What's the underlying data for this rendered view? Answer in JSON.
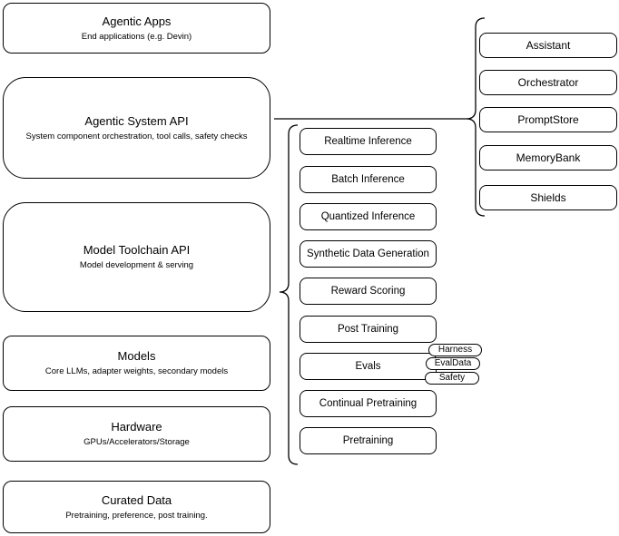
{
  "diagram": {
    "left_column": [
      {
        "title": "Agentic Apps",
        "subtitle": "End applications (e.g. Devin)"
      },
      {
        "title": "Agentic System API",
        "subtitle": "System component orchestration, tool calls, safety checks"
      },
      {
        "title": "Model Toolchain API",
        "subtitle": "Model development & serving"
      },
      {
        "title": "Models",
        "subtitle": "Core LLMs, adapter weights, secondary models"
      },
      {
        "title": "Hardware",
        "subtitle": "GPUs/Accelerators/Storage"
      },
      {
        "title": "Curated Data",
        "subtitle": "Pretraining, preference, post training."
      }
    ],
    "toolchain_components": [
      "Realtime Inference",
      "Batch Inference",
      "Quantized Inference",
      "Synthetic Data Generation",
      "Reward Scoring",
      "Post Training",
      "Evals",
      "Continual Pretraining",
      "Pretraining"
    ],
    "evals_tags": [
      "Harness",
      "EvalData",
      "Safety"
    ],
    "agentic_components": [
      "Assistant",
      "Orchestrator",
      "PromptStore",
      "MemoryBank",
      "Shields"
    ],
    "colors": {
      "stroke": "#000000",
      "fill": "#ffffff",
      "background": "#ffffff"
    }
  }
}
